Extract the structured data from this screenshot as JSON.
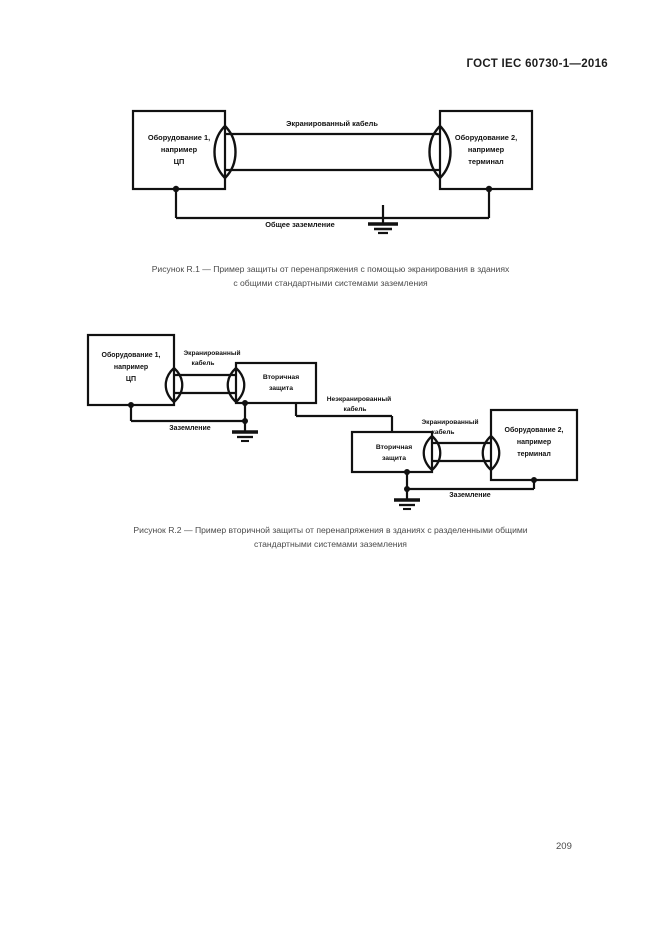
{
  "page": {
    "header": "ГОСТ IEC 60730-1—2016",
    "number": "209",
    "background": "#ffffff",
    "ink": "#111111"
  },
  "figures": [
    {
      "id": "figure-r1",
      "caption_line1": "Рисунок R.1 — Пример защиты от перенапряжения с помощью экранирования в зданиях",
      "caption_line2": "с общими стандартными системами заземления",
      "labels": {
        "equipment1_line1": "Оборудование 1,",
        "equipment1_line2": "например",
        "equipment1_line3": "ЦП",
        "equipment2_line1": "Оборудование 2,",
        "equipment2_line2": "например",
        "equipment2_line3": "терминал",
        "cable": "Экранированный кабель",
        "ground": "Общее заземление"
      }
    },
    {
      "id": "figure-r2",
      "caption_line1": "Рисунок R.2 — Пример вторичной защиты от перенапряжения в зданиях с разделенными общими",
      "caption_line2": "стандартными системами заземления",
      "labels": {
        "equipment1_line1": "Оборудование 1,",
        "equipment1_line2": "например",
        "equipment1_line3": "ЦП",
        "equipment2_line1": "Оборудование 2,",
        "equipment2_line2": "например",
        "equipment2_line3": "терминал",
        "shielded_cable_left_line1": "Экранированный",
        "shielded_cable_left_line2": "кабель",
        "secondary_protection_left_line1": "Вторичная",
        "secondary_protection_left_line2": "защита",
        "unshielded_cable_line1": "Неэкранированный",
        "unshielded_cable_line2": "кабель",
        "secondary_protection_right_line1": "Вторичная",
        "secondary_protection_right_line2": "защита",
        "shielded_cable_right_line1": "Экранированный",
        "shielded_cable_right_line2": "кабель",
        "ground_left": "Заземление",
        "ground_right": "Заземление"
      }
    }
  ]
}
